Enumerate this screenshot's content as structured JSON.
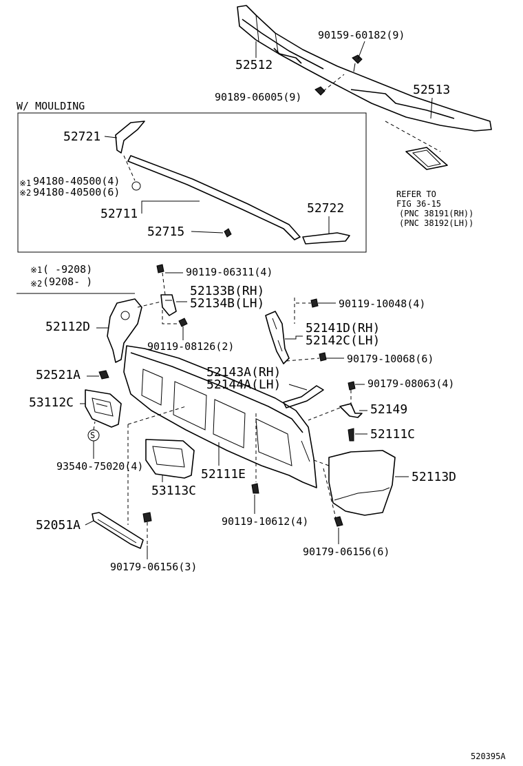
{
  "labels": {
    "p52512": "52512",
    "p90159": "90159-60182(9)",
    "p90189": "90189-06005(9)",
    "p52513": "52513",
    "refer1": "REFER TO",
    "refer2": "FIG 36-15",
    "refer3": "(PNC 38191(RH))",
    "refer4": "(PNC 38192(LH))",
    "section_title": "W/ MOULDING",
    "p52721": "52721",
    "p94180a_mark": "※1",
    "p94180a": "94180-40500(4)",
    "p94180b_mark": "※2",
    "p94180b": "94180-40500(6)",
    "p52711": "52711",
    "p52715": "52715",
    "p52722": "52722",
    "note1_mark": "※1",
    "note1": "(      -9208)",
    "note2_mark": "※2",
    "note2": "(9208-      )",
    "p90119_06311": "90119-06311(4)",
    "p52133B": "52133B(RH)",
    "p52134B": "52134B(LH)",
    "p90119_10048": "90119-10048(4)",
    "p52112D": "52112D",
    "p52141D": "52141D(RH)",
    "p52142C": "52142C(LH)",
    "p90119_08126": "90119-08126(2)",
    "p90179_10068": "90179-10068(6)",
    "p52521A": "52521A",
    "p52143A": "52143A(RH)",
    "p52144A": "52144A(LH)",
    "p90179_08063": "90179-08063(4)",
    "p53112C": "53112C",
    "p52149": "52149",
    "p52111C": "52111C",
    "s_mark": "S",
    "p93540": "93540-75020(4)",
    "p52111E": "52111E",
    "p52113D": "52113D",
    "p53113C": "53113C",
    "p90119_10612": "90119-10612(4)",
    "p52051A": "52051A",
    "p90179_06156a": "90179-06156(6)",
    "p90179_06156b": "90179-06156(3)",
    "diagram_id": "520395A"
  }
}
